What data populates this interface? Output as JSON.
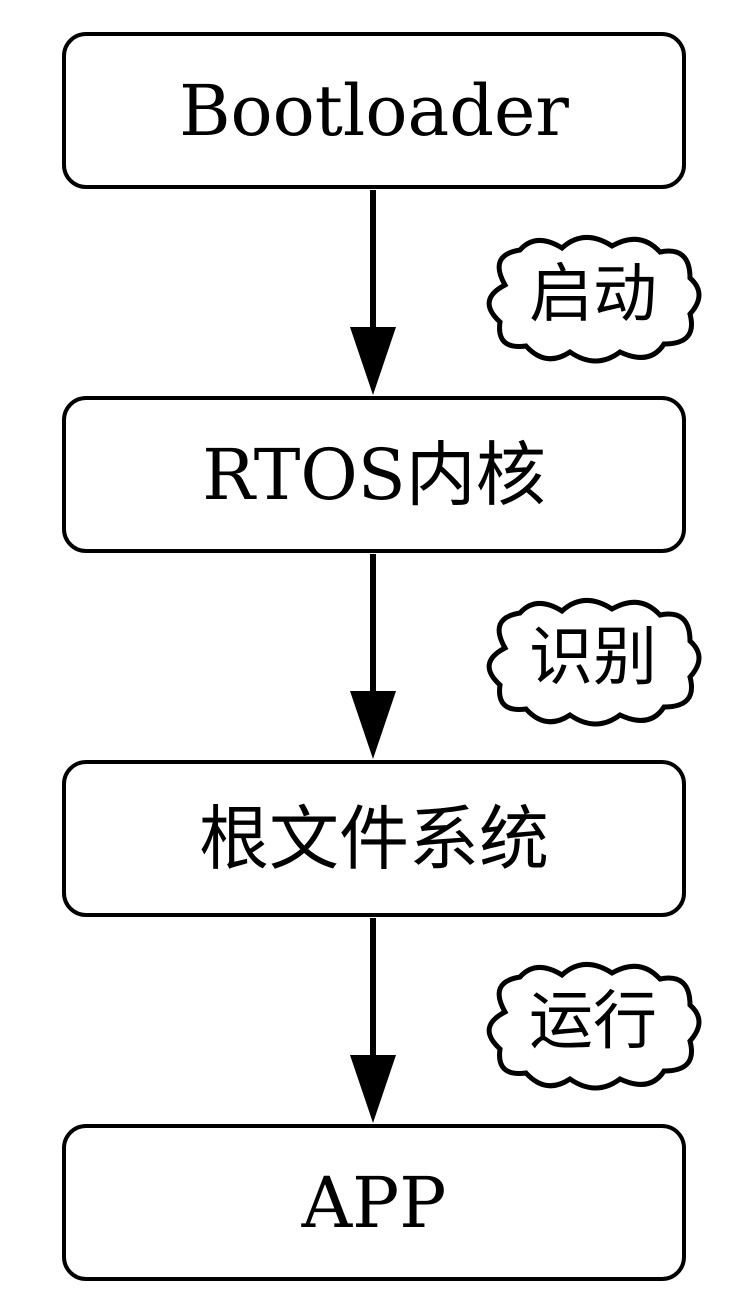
{
  "nodes": [
    {
      "label": "Bootloader"
    },
    {
      "label": "RTOS内核"
    },
    {
      "label": "根文件系统"
    },
    {
      "label": "APP"
    }
  ],
  "edges": [
    {
      "label": "启动"
    },
    {
      "label": "识别"
    },
    {
      "label": "运行"
    }
  ],
  "colors": {
    "stroke": "#000000",
    "fill": "#ffffff"
  }
}
